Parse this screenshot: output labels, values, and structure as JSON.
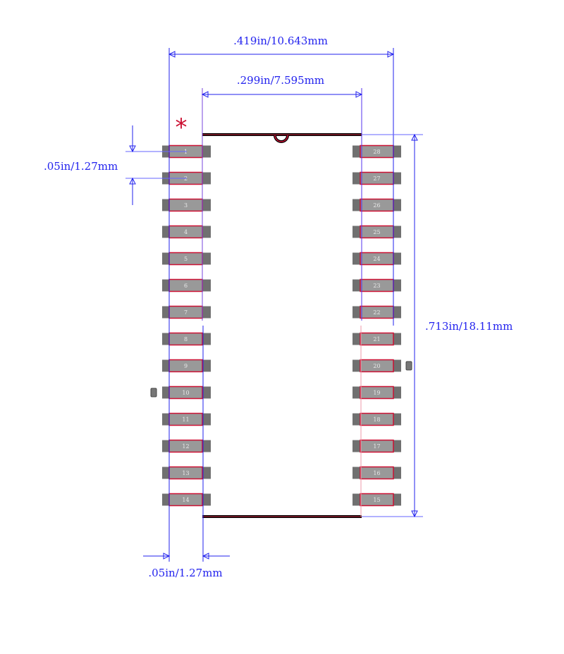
{
  "dimensions": {
    "overall_width": ".419in/10.643mm",
    "body_width": ".299in/7.595mm",
    "pitch_vertical": ".05in/1.27mm",
    "height": ".713in/18.11mm",
    "pad_offset": ".05in/1.27mm"
  },
  "pin1_marker": "*",
  "left_pins": [
    "1",
    "2",
    "3",
    "4",
    "5",
    "6",
    "7",
    "8",
    "9",
    "10",
    "11",
    "12",
    "13",
    "14"
  ],
  "right_pins": [
    "28",
    "27",
    "26",
    "25",
    "24",
    "23",
    "22",
    "21",
    "20",
    "19",
    "18",
    "17",
    "16",
    "15"
  ],
  "colors": {
    "dimension": "#2222ee",
    "outline": "#cc1133",
    "pad": "#999999",
    "pad_end": "#707070"
  }
}
